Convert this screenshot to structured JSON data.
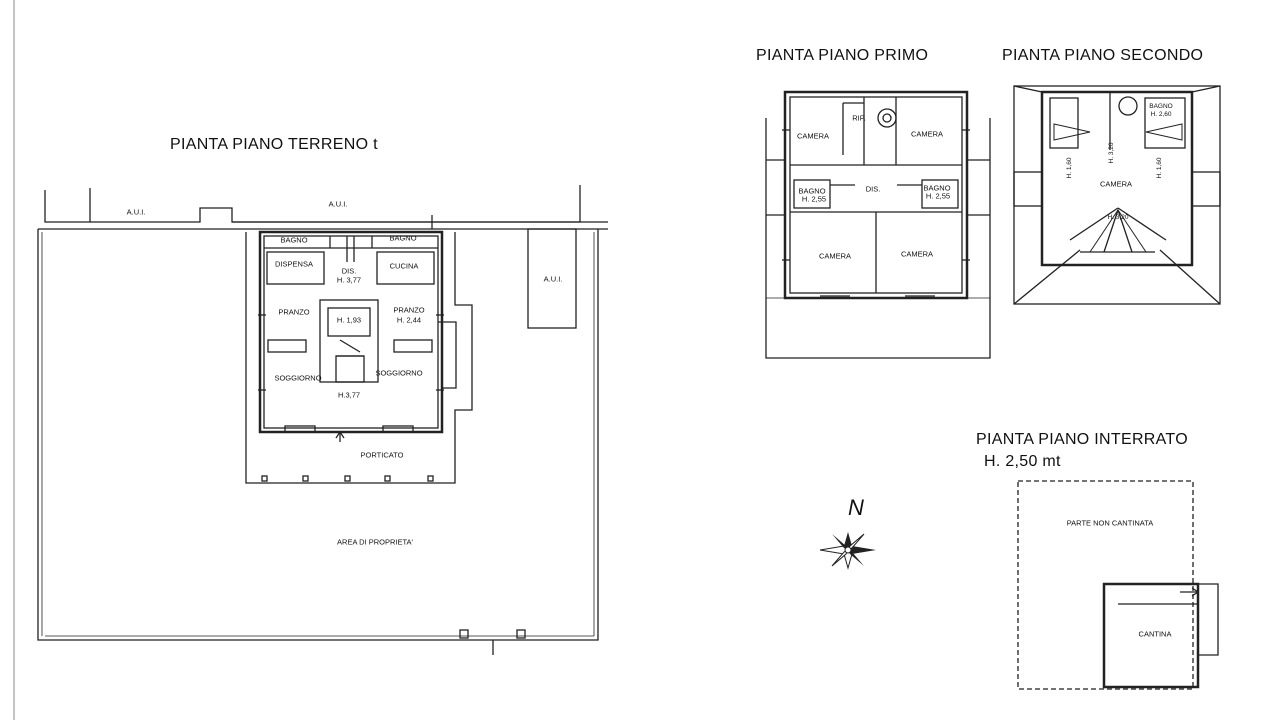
{
  "titles": {
    "ground": "PIANTA PIANO TERRENO t",
    "first": "PIANTA PIANO PRIMO",
    "second": "PIANTA PIANO SECONDO",
    "basement": "PIANTA PIANO INTERRATO",
    "basement_height": "H. 2,50 mt"
  },
  "ground_floor": {
    "aui_left": "A.U.I.",
    "aui_top": "A.U.I.",
    "aui_right": "A.U.I.",
    "bagno_left": "BAGNO",
    "bagno_right": "BAGNO",
    "dispensa": "DISPENSA",
    "dis": "DIS.",
    "dis_height": "H. 3,77",
    "cucina": "CUCINA",
    "pranzo_left": "PRANZO",
    "pranzo_right": "PRANZO",
    "pranzo_right_height": "H. 2,44",
    "stair_height": "H. 1,93",
    "soggiorno_left": "SOGGIORNO",
    "soggiorno_right": "SOGGIORNO",
    "soggiorno_height": "H.3,77",
    "porticato": "PORTICATO",
    "area": "AREA DI PROPRIETA'"
  },
  "first_floor": {
    "camera_tl": "CAMERA",
    "rip": "RIP.",
    "camera_tr": "CAMERA",
    "bagno_left": "BAGNO",
    "bagno_left_height": "H. 2,55",
    "dis": "DIS.",
    "bagno_right": "BAGNO",
    "bagno_right_height": "H. 2,55",
    "camera_bl": "CAMERA",
    "camera_br": "CAMERA"
  },
  "second_floor": {
    "bagno": "BAGNO",
    "bagno_height": "H. 2,60",
    "h_320_top": "H. 3,20",
    "h_160_left": "H. 1,60",
    "h_160_right": "H. 1,60",
    "camera": "CAMERA",
    "h_320_bottom": "H. 3,20"
  },
  "basement": {
    "parte_non_cantinata": "PARTE NON CANTINATA",
    "cantina": "CANTINA"
  },
  "compass": {
    "north": "N"
  }
}
